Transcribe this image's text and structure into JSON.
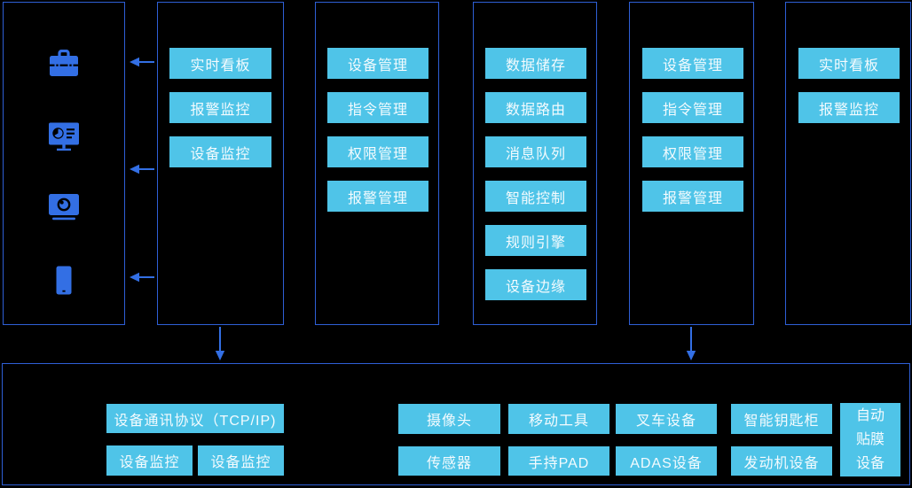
{
  "colors": {
    "background": "#000000",
    "panel_border": "#2e5fd6",
    "button_bg": "#4fc4e8",
    "button_text": "#f4fbfe",
    "icon_accent": "#336fe4"
  },
  "device_panel": {
    "icons": [
      "toolbox-icon",
      "dashboard-monitor-icon",
      "camera-icon",
      "smartphone-icon"
    ]
  },
  "columns": [
    {
      "buttons": [
        "实时看板",
        "报警监控",
        "设备监控"
      ]
    },
    {
      "buttons": [
        "设备管理",
        "指令管理",
        "权限管理",
        "报警管理"
      ]
    },
    {
      "buttons": [
        "数据储存",
        "数据路由",
        "消息队列",
        "智能控制",
        "规则引擎",
        "设备边缘"
      ]
    },
    {
      "buttons": [
        "设备管理",
        "指令管理",
        "权限管理",
        "报警管理"
      ]
    },
    {
      "buttons": [
        "实时看板",
        "报警监控"
      ]
    }
  ],
  "bottom_panel": {
    "protocol_button": "设备通讯协议（TCP/IP)",
    "monitor_buttons": [
      "设备监控",
      "设备监控"
    ],
    "device_buttons_row1": [
      "摄像头",
      "移动工具",
      "叉车设备",
      "智能钥匙柜"
    ],
    "device_buttons_row2": [
      "传感器",
      "手持PAD",
      "ADAS设备",
      "发动机设备"
    ],
    "tall_button_lines": [
      "自动",
      "贴膜",
      "设备"
    ]
  }
}
